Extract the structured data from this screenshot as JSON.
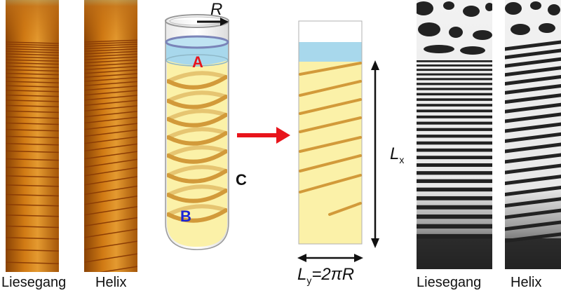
{
  "left_panel": {
    "caption_left": "Liesegang",
    "caption_right": "Helix"
  },
  "diagram": {
    "label_R": "R",
    "label_A": "A",
    "label_B": "B",
    "label_C": "C",
    "label_Lx_main": "L",
    "label_Lx_sub": "x",
    "label_Ly_main": "L",
    "label_Ly_sub": "y",
    "label_Ly_eq": "=2πR"
  },
  "right_panel": {
    "caption_left": "Liesegang",
    "caption_right": "Helix"
  },
  "colors": {
    "amber_dark": "#7a3c05",
    "amber": "#c8700e",
    "amber_light": "#e39a2e",
    "gel_yellow": "#fbf1a8",
    "band_orange": "#d29a3a",
    "liquid_blue": "#a8d8ec",
    "label_red": "#e8141b",
    "label_blue": "#1a24d6",
    "arrow_red": "#e8141b"
  }
}
